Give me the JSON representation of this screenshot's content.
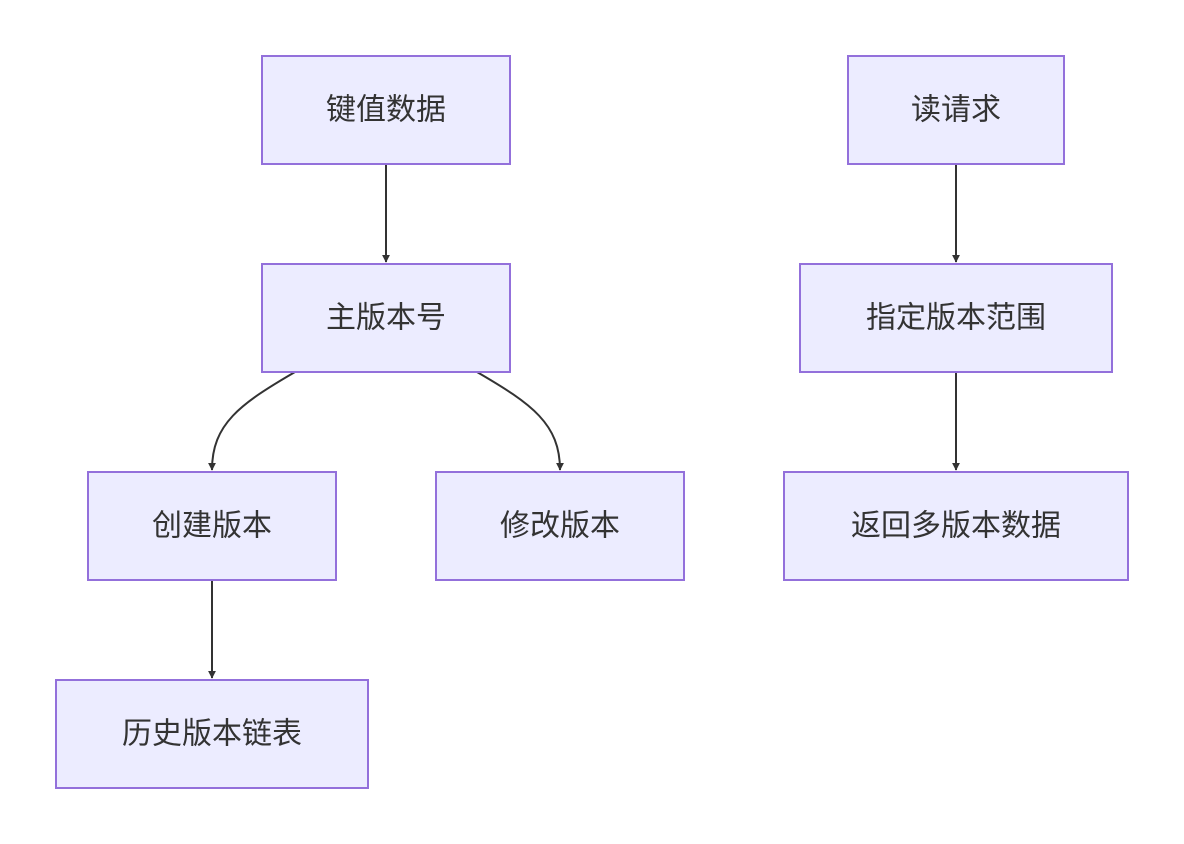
{
  "nodes": {
    "kv_data": "键值数据",
    "main_version": "主版本号",
    "create_version": "创建版本",
    "modify_version": "修改版本",
    "history_chain": "历史版本链表",
    "read_request": "读请求",
    "version_range": "指定版本范围",
    "return_multi": "返回多版本数据"
  },
  "edges": [
    {
      "from": "kv_data",
      "to": "main_version"
    },
    {
      "from": "main_version",
      "to": "create_version"
    },
    {
      "from": "main_version",
      "to": "modify_version"
    },
    {
      "from": "create_version",
      "to": "history_chain"
    },
    {
      "from": "read_request",
      "to": "version_range"
    },
    {
      "from": "version_range",
      "to": "return_multi"
    }
  ],
  "colors": {
    "node_fill": "#ECECFF",
    "node_stroke": "#9370DB",
    "edge": "#333333",
    "text": "#333333"
  }
}
